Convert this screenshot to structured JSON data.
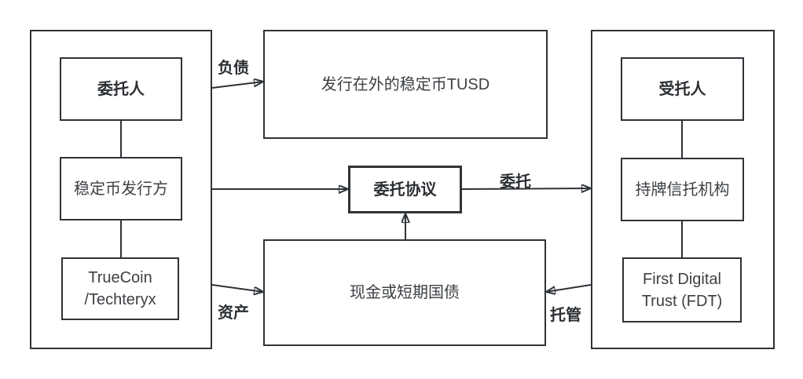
{
  "nodes": {
    "trustor": "委托人",
    "issuer": "稳定币发行方",
    "truecoin_line1": "TrueCoin",
    "truecoin_line2": "/Techteryx",
    "tusd": "发行在外的稳定币TUSD",
    "agreement": "委托协议",
    "reserves": "现金或短期国债",
    "trustee": "受托人",
    "licensed_trust": "持牌信托机构",
    "fdt_line1": "First Digital",
    "fdt_line2": "Trust (FDT)"
  },
  "edges": {
    "liability": "负债",
    "asset": "资产",
    "entrust": "委托",
    "custody": "托管"
  },
  "colors": {
    "line": "#2e3338",
    "text": "#3c4044",
    "background": "#ffffff"
  }
}
